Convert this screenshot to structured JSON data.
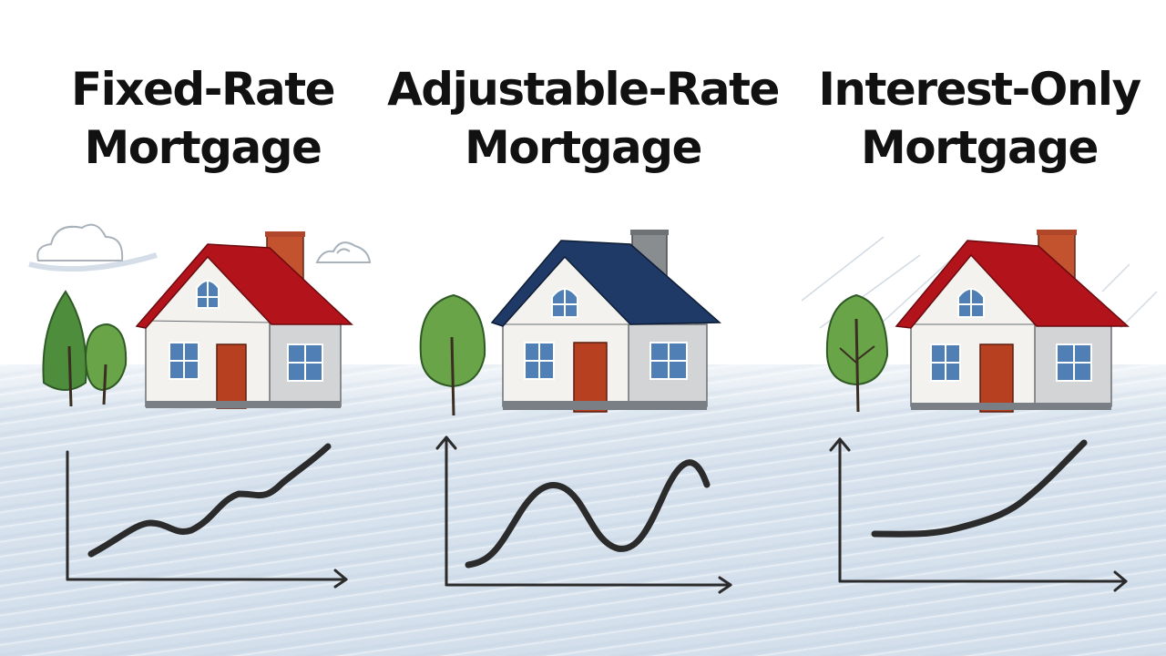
{
  "panels": [
    {
      "title_line1": "Fixed-Rate",
      "title_line2": "Mortgage",
      "roof_color": "#b3141c",
      "chimney_color": "#c2532e",
      "trend": "steady rise with small wave"
    },
    {
      "title_line1": "Adjustable-Rate",
      "title_line2": "Mortgage",
      "roof_color": "#1f3a66",
      "chimney_color": "#8a8d90",
      "trend": "oscillating up and down"
    },
    {
      "title_line1": "Interest-Only",
      "title_line2": "Mortgage",
      "roof_color": "#b3141c",
      "chimney_color": "#c2532e",
      "trend": "flat then sharp rise"
    }
  ],
  "colors": {
    "text": "#111111",
    "wall": "#f3f2ee",
    "wall_side": "#cfd1d3",
    "door": "#b6401f",
    "window": "#4f7fb4",
    "tree": "#6fa84a",
    "tree_dark": "#4c8a3a",
    "line": "#2b2b2b",
    "ground": "#d8e3ee"
  },
  "chart_data": [
    {
      "type": "line",
      "title": "Fixed-Rate Mortgage",
      "xlabel": "",
      "ylabel": "",
      "x": [
        0,
        1,
        2,
        3,
        4,
        5,
        6,
        7,
        8
      ],
      "values": [
        10,
        22,
        34,
        28,
        45,
        55,
        53,
        72,
        95
      ],
      "ylim": [
        0,
        100
      ],
      "grid": false
    },
    {
      "type": "line",
      "title": "Adjustable-Rate Mortgage",
      "xlabel": "",
      "ylabel": "",
      "x": [
        0,
        1,
        2,
        3,
        4,
        5,
        6,
        7,
        8
      ],
      "values": [
        8,
        15,
        55,
        70,
        40,
        12,
        30,
        85,
        70
      ],
      "ylim": [
        0,
        100
      ],
      "grid": false
    },
    {
      "type": "line",
      "title": "Interest-Only Mortgage",
      "xlabel": "",
      "ylabel": "",
      "x": [
        0,
        1,
        2,
        3,
        4,
        5,
        6,
        7,
        8
      ],
      "values": [
        35,
        35,
        36,
        40,
        47,
        56,
        70,
        85,
        98
      ],
      "ylim": [
        0,
        100
      ],
      "grid": false
    }
  ]
}
